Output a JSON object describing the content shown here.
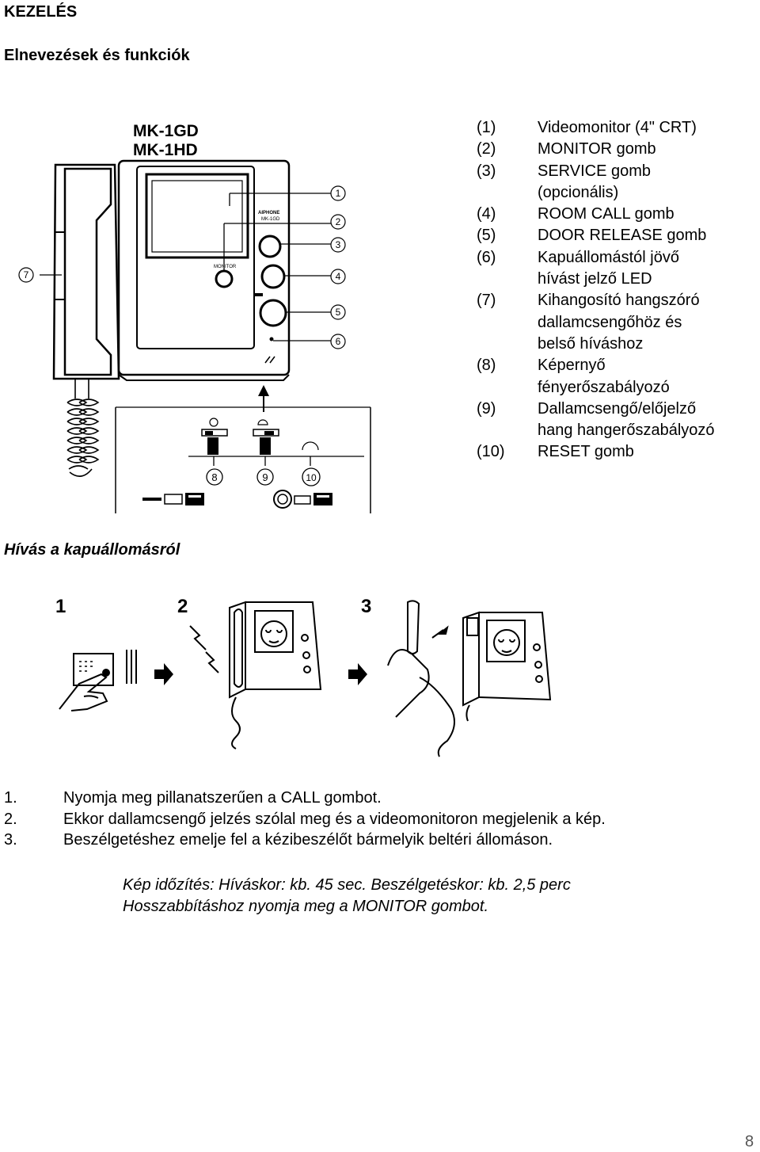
{
  "header": {
    "title": "KEZELÉS",
    "subtitle": "Elnevezések és funkciók"
  },
  "device": {
    "model_lines": [
      "MK-1GD",
      "MK-1HD"
    ],
    "panel_text": {
      "brand": "AIPHONE",
      "model": "MK-1GD",
      "monitor": "MONITOR"
    },
    "callouts": [
      "1",
      "2",
      "3",
      "4",
      "5",
      "6",
      "7",
      "8",
      "9",
      "10"
    ]
  },
  "legend": [
    {
      "num": "(1)",
      "lines": [
        "Videomonitor (4\" CRT)"
      ]
    },
    {
      "num": "(2)",
      "lines": [
        "MONITOR gomb"
      ]
    },
    {
      "num": "(3)",
      "lines": [
        "SERVICE gomb",
        "(opcionális)"
      ]
    },
    {
      "num": "(4)",
      "lines": [
        "ROOM CALL gomb"
      ]
    },
    {
      "num": "(5)",
      "lines": [
        "DOOR RELEASE gomb"
      ]
    },
    {
      "num": "(6)",
      "lines": [
        "Kapuállomástól jövő",
        "hívást jelző LED"
      ]
    },
    {
      "num": "(7)",
      "lines": [
        "Kihangosító hangszóró",
        "dallamcsengőhöz és",
        "belső híváshoz"
      ]
    },
    {
      "num": "(8)",
      "lines": [
        "Képernyő",
        "fényerőszabályozó"
      ]
    },
    {
      "num": "(9)",
      "lines": [
        "Dallamcsengő/előjelző",
        "hang hangerőszabályozó"
      ]
    },
    {
      "num": "(10)",
      "lines": [
        "RESET gomb"
      ]
    }
  ],
  "section2": {
    "title": "Hívás a kapuállomásról"
  },
  "sequence": {
    "labels": [
      "1",
      "2",
      "3"
    ]
  },
  "steps": [
    {
      "n": "1.",
      "text": "Nyomja meg pillanatszerűen a CALL gombot."
    },
    {
      "n": "2.",
      "text": "Ekkor dallamcsengő jelzés szólal meg és a videomonitoron megjelenik a kép."
    },
    {
      "n": "3.",
      "text": "Beszélgetéshez emelje fel a kézibeszélőt bármelyik beltéri állomáson."
    }
  ],
  "note": [
    "Kép időzítés: Híváskor: kb. 45 sec. Beszélgetéskor: kb. 2,5 perc",
    "Hosszabbításhoz nyomja meg a MONITOR gombot."
  ],
  "page_number": "8"
}
